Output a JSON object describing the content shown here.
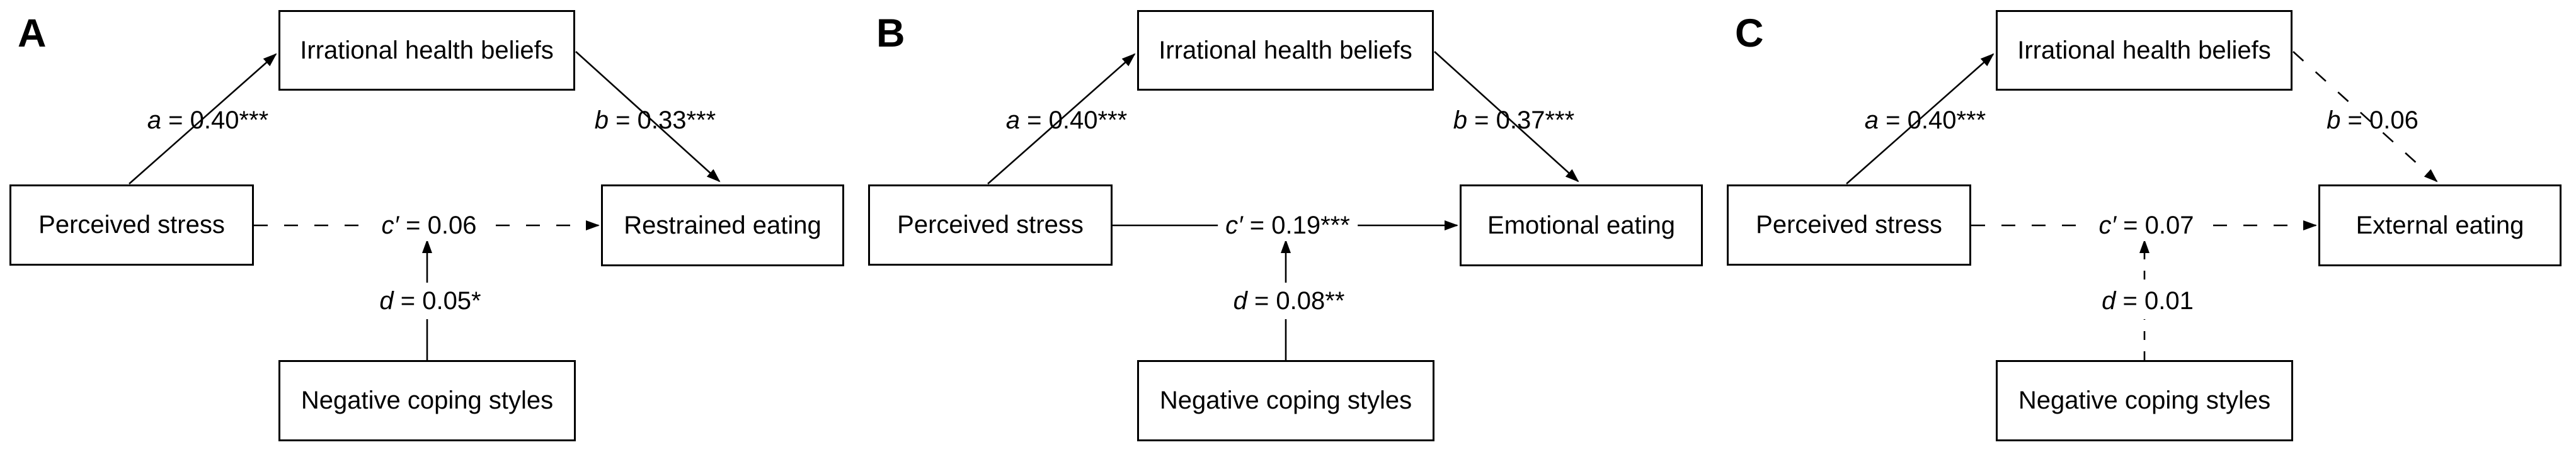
{
  "figure": {
    "background": "#ffffff",
    "line_color": "#000000"
  },
  "panels": [
    {
      "label": "A",
      "boxes": {
        "mediator": "Irrational health beliefs",
        "predictor": "Perceived stress",
        "outcome": "Restrained eating",
        "moderator": "Negative coping styles"
      },
      "paths": {
        "a": {
          "var": "a",
          "rest": " = 0.40***",
          "style": "solid"
        },
        "b": {
          "var": "b",
          "rest": " = 0.33***",
          "style": "solid"
        },
        "c": {
          "var": "c′",
          "rest": " = 0.06",
          "style": "dashed"
        },
        "d": {
          "var": "d",
          "rest": " = 0.05*",
          "style": "solid"
        }
      }
    },
    {
      "label": "B",
      "boxes": {
        "mediator": "Irrational health beliefs",
        "predictor": "Perceived stress",
        "outcome": "Emotional eating",
        "moderator": "Negative coping styles"
      },
      "paths": {
        "a": {
          "var": "a",
          "rest": " = 0.40***",
          "style": "solid"
        },
        "b": {
          "var": "b",
          "rest": " = 0.37***",
          "style": "solid"
        },
        "c": {
          "var": "c′",
          "rest": " = 0.19***",
          "style": "solid"
        },
        "d": {
          "var": "d",
          "rest": " = 0.08**",
          "style": "solid"
        }
      }
    },
    {
      "label": "C",
      "boxes": {
        "mediator": "Irrational health beliefs",
        "predictor": "Perceived stress",
        "outcome": "External eating",
        "moderator": "Negative coping styles"
      },
      "paths": {
        "a": {
          "var": "a",
          "rest": " = 0.40***",
          "style": "solid"
        },
        "b": {
          "var": "b",
          "rest": " = 0.06",
          "style": "dashed"
        },
        "c": {
          "var": "c′",
          "rest": " = 0.07",
          "style": "dashed"
        },
        "d": {
          "var": "d",
          "rest": " = 0.01",
          "style": "dashed"
        }
      }
    }
  ]
}
